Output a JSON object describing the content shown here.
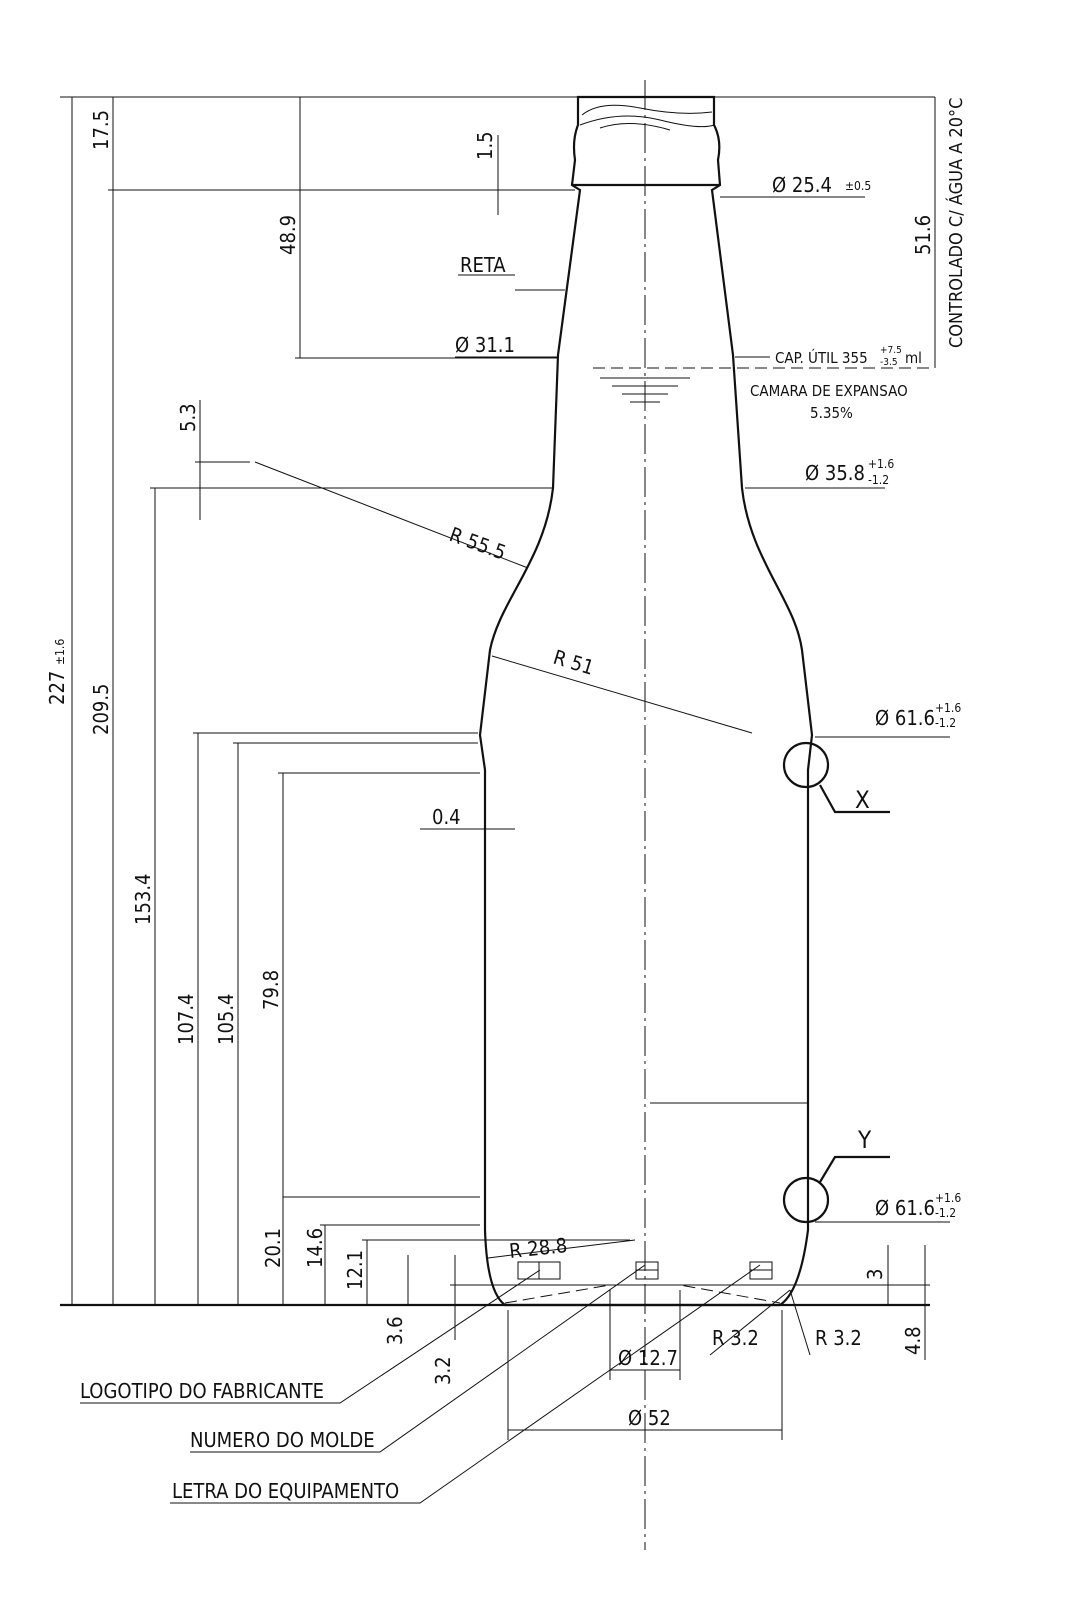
{
  "dimensions": {
    "total_height": "227",
    "total_height_tol": "±1.6",
    "h209": "209.5",
    "h153": "153.4",
    "h107": "107.4",
    "h105": "105.4",
    "h79": "79.8",
    "h20": "20.1",
    "h14": "14.6",
    "h12": "12.1",
    "h3_6": "3.6",
    "h3_2": "3.2",
    "finish_h": "17.5",
    "neck_h": "48.9",
    "h1_5": "1.5",
    "h5_3": "5.3",
    "h0_4": "0.4",
    "fill_h": "51.6",
    "h3": "3",
    "h4_8": "4.8"
  },
  "labels": {
    "d25": "Ø 25.4",
    "d25_tol": "±0.5",
    "d31": "Ø 31.1",
    "d35": "Ø 35.8",
    "d35_tol_up": "+1.6",
    "d35_tol_dn": "-1.2",
    "d61a": "Ø 61.6",
    "d61_tol_up": "+1.6",
    "d61_tol_dn": "-1.2",
    "d61b": "Ø 61.6",
    "d12": "Ø 12.7",
    "d52": "Ø 52",
    "reta": "RETA",
    "r55": "R 55.5",
    "r51": "R 51",
    "r28": "R 28.8",
    "r3a": "R 3.2",
    "r3b": "R 3.2",
    "cap": "CAP. ÚTIL 355",
    "cap_tol_up": "+7.5",
    "cap_tol_dn": "-3.5",
    "cap_unit": "ml",
    "camara": "CAMARA DE EXPANSAO",
    "camara_pct": "5.35%",
    "controlado": "CONTROLADO C/ ÁGUA A 20°C",
    "detail_x": "X",
    "detail_y": "Y",
    "logotipo": "LOGOTIPO DO FABRICANTE",
    "numero": "NUMERO DO MOLDE",
    "letra": "LETRA DO EQUIPAMENTO"
  }
}
